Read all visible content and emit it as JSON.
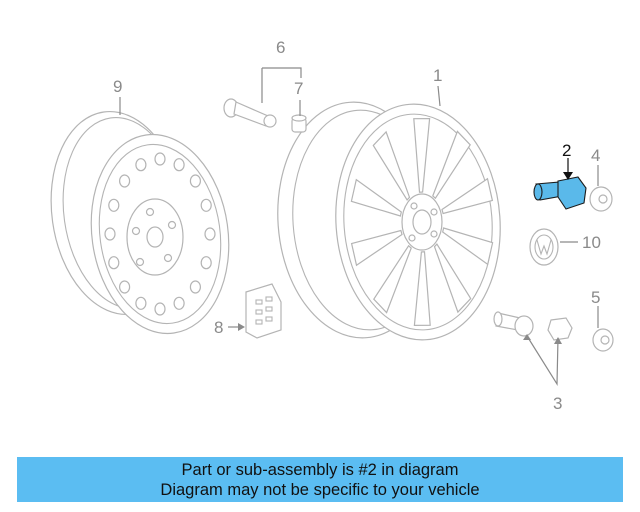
{
  "diagram": {
    "callouts": {
      "c1": "1",
      "c2": "2",
      "c3": "3",
      "c4": "4",
      "c5": "5",
      "c6": "6",
      "c7": "7",
      "c8": "8",
      "c9": "9",
      "c10": "10"
    },
    "highlighted_part": "2",
    "highlight_color": "#5bbdf2"
  },
  "banner": {
    "line1": "Part or sub-assembly is #2 in diagram",
    "line2": "Diagram may not be specific to your vehicle",
    "color": "#5bbdf2"
  }
}
